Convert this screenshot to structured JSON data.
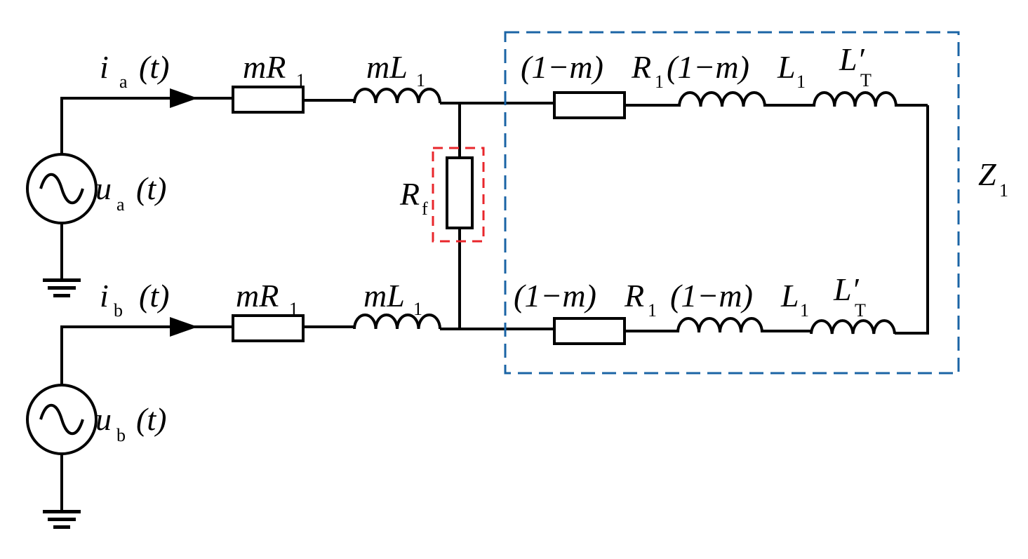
{
  "colors": {
    "wire": "#000000",
    "fault_box": "#e8262b",
    "line_box": "#1b64a5"
  },
  "sources": [
    {
      "id": "a",
      "current_label": "i",
      "current_sub": "a",
      "voltage_label": "u",
      "voltage_sub": "a",
      "arg": "(t)"
    },
    {
      "id": "b",
      "current_label": "i",
      "current_sub": "b",
      "voltage_label": "u",
      "voltage_sub": "b",
      "arg": "(t)"
    }
  ],
  "labels": {
    "mR": "mR",
    "mR_sub": "1",
    "mL": "mL",
    "mL_sub": "1",
    "one_minus_m": "(1−m)",
    "R1": "R",
    "R1_sub": "1",
    "L1": "L",
    "L1_sub": "1",
    "LT": "L′",
    "LT_sub": "T",
    "Rf": "R",
    "Rf_sub": "f",
    "Z": "Z",
    "Z_sub": "1"
  }
}
